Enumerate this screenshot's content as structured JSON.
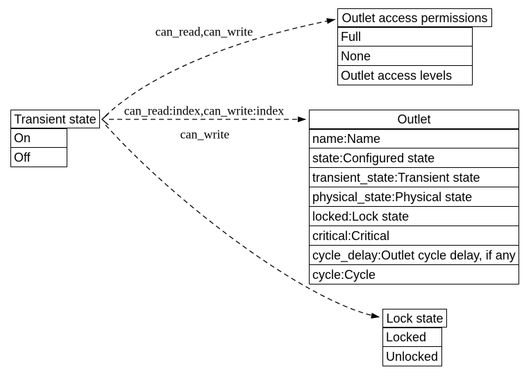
{
  "diagram": {
    "colors": {
      "background": "#ffffff",
      "line": "#000000",
      "text": "#000000"
    },
    "nodes": [
      {
        "title": "Transient state",
        "rows": [
          "On",
          "Off"
        ]
      },
      {
        "title": "Outlet access permissions",
        "rows": [
          "Full",
          "None",
          "Outlet access levels"
        ]
      },
      {
        "title": "Outlet",
        "rows": [
          "name:Name",
          "state:Configured state",
          "transient_state:Transient state",
          "physical_state:Physical state",
          "locked:Lock state",
          "critical:Critical",
          "cycle_delay:Outlet cycle delay, if any",
          "cycle:Cycle"
        ]
      },
      {
        "title": "Lock state",
        "rows": [
          "Locked",
          "Unlocked"
        ]
      }
    ],
    "edges": [
      {
        "label": "can_read,can_write",
        "from": "Transient state",
        "to": "Outlet access permissions",
        "style": "dashed"
      },
      {
        "label": "can_read:index,can_write:index",
        "from": "Transient state",
        "to": "Outlet",
        "style": "dashed",
        "bidirectional": true
      },
      {
        "label": "can_write",
        "from": "Transient state",
        "to": "Lock state",
        "style": "dashed"
      }
    ]
  }
}
